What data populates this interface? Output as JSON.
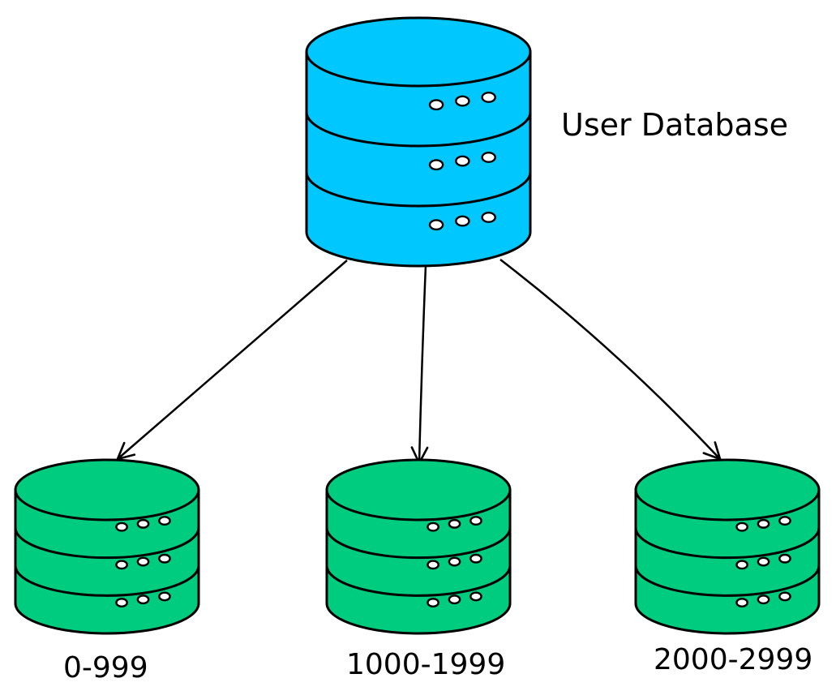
{
  "colors": {
    "primary_db": "#00c8ff",
    "shard_db": "#00cc80",
    "stroke": "#000000",
    "background": "#ffffff"
  },
  "primary_db": {
    "label": "User Database",
    "icon": "database-icon"
  },
  "shards": [
    {
      "label": "0-999",
      "icon": "database-icon"
    },
    {
      "label": "1000-1999",
      "icon": "database-icon"
    },
    {
      "label": "2000-2999",
      "icon": "database-icon"
    }
  ]
}
